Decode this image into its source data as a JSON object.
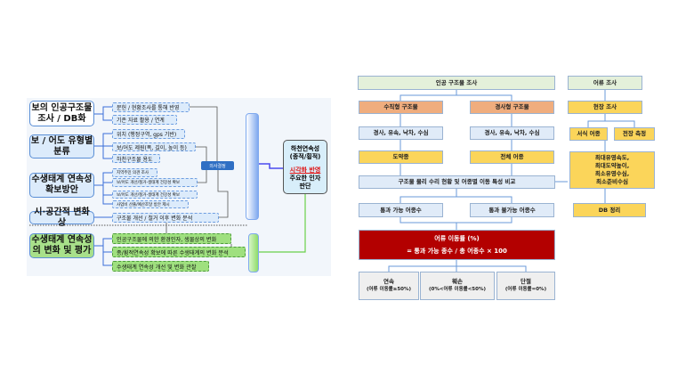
{
  "left": {
    "categories": [
      "보의 인공구조물 조사 / DB화",
      "보 / 어도 유형별 분류",
      "수생태계 연속성 확보방안",
      "시·공간적 변화상",
      "수생태계 연속성의 변화 및 평가"
    ],
    "items": [
      "문헌 / 현황조사를 통해 반영",
      "기존 자료 활용 / 연계",
      "위치 (행정구역, gps 기반)",
      "보/어도 제원(폭, 길이, 높이 등)",
      "하천구조물 용도",
      "지역주민 의견 조사",
      "보/어도 개선/철거-생태계 건강성 확보",
      "보/어도 개선/철거-생태계 건강성 확보",
      "사업비 산출/예산조달 방안 제시",
      "구조물 개선 / 철거 이후 변화 분석"
    ],
    "green_items": [
      "인공구조물에 의한 환경인자, 생물상의 변화",
      "종/횡적연속성 확보에 따른 수생태계의 변화 분석",
      "수생태계 연속성 개선 및 변화 관찰"
    ],
    "decision": "의사결정",
    "result": {
      "line1": "하천연속성",
      "line2": "(종적/횡적)",
      "highlight": "시각화 반영",
      "line3": "주요한 인자",
      "line4": "판단"
    }
  },
  "right": {
    "survey": "인공 구조물 조사",
    "vertical": "수직형 구조물",
    "slope": "경사형 구조물",
    "params_left": "경사, 유속, 낙차, 수심",
    "params_right": "경사, 유속, 낙차, 수심",
    "jump": "도약종",
    "all": "전체 어종",
    "compare": "구조물 물리 수리 현황 및 어종별 이동 특성 비교",
    "pass": "통과 가능 어종수",
    "nopass": "통과 불가능 어종수",
    "rate_title": "어류 이동률 (%)",
    "rate_formula": "= 통과 가능 종수 / 총 어종수 × 100",
    "results": [
      {
        "t": "연속",
        "s": "(어류 이동률≥50%)"
      },
      {
        "t": "훼손",
        "s": "(0%<어류 이동률<50%)"
      },
      {
        "t": "단절",
        "s": "(어류 이동률=0%)"
      }
    ],
    "fish": "어류 조사",
    "field": "현장 조사",
    "species": "서식 어종",
    "length": "전장 측정",
    "metrics": [
      "최대유영속도,",
      "최대도약높이,",
      "최소유영수심,",
      "최소준비수심"
    ],
    "db": "DB 정리"
  },
  "colors": {
    "red": "#b30000",
    "yellow": "#fbd55a",
    "orange": "#f0ad7e"
  }
}
